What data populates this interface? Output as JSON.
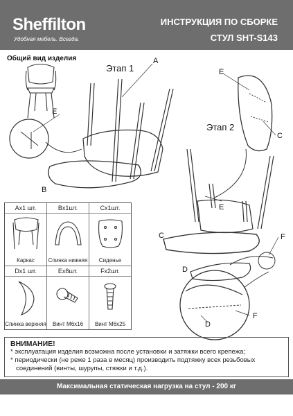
{
  "header": {
    "logo": "Sheffilton",
    "tagline": "Удобная мебель. Всегда.",
    "title": "ИНСТРУКЦИЯ ПО СБОРКЕ",
    "model": "СТУЛ SHT-S143"
  },
  "overview_label": "Общий вид изделия",
  "stages": {
    "stage1": "Этап 1",
    "stage2": "Этап 2"
  },
  "callouts": {
    "A": "A",
    "B": "B",
    "C": "C",
    "D": "D",
    "E": "E",
    "F": "F"
  },
  "parts": [
    {
      "qty": "Ax1 шт.",
      "name": "Каркас"
    },
    {
      "qty": "Bx1шт.",
      "name": "Спинка нижняя"
    },
    {
      "qty": "Cx1шт.",
      "name": "Сиденье"
    },
    {
      "qty": "Dx1 шт.",
      "name": "Спинка верхняя"
    },
    {
      "qty": "Ex8шт.",
      "name": "Винт М6х16"
    },
    {
      "qty": "Fx2шт.",
      "name": "Винт М6х25"
    }
  ],
  "warning": {
    "title": "ВНИМАНИЕ!",
    "line1": "* эксплуатация изделия возможна после установки и затяжки всего крепежа;",
    "line2": "* периодически (не реже 1 раза в месяц) производить подтяжку всех резьбовых",
    "line3": "соединений (винты, шурупы, стяжки и т.д.)."
  },
  "footer": "Максимальная статическая нагрузка на стул - 200 кг"
}
